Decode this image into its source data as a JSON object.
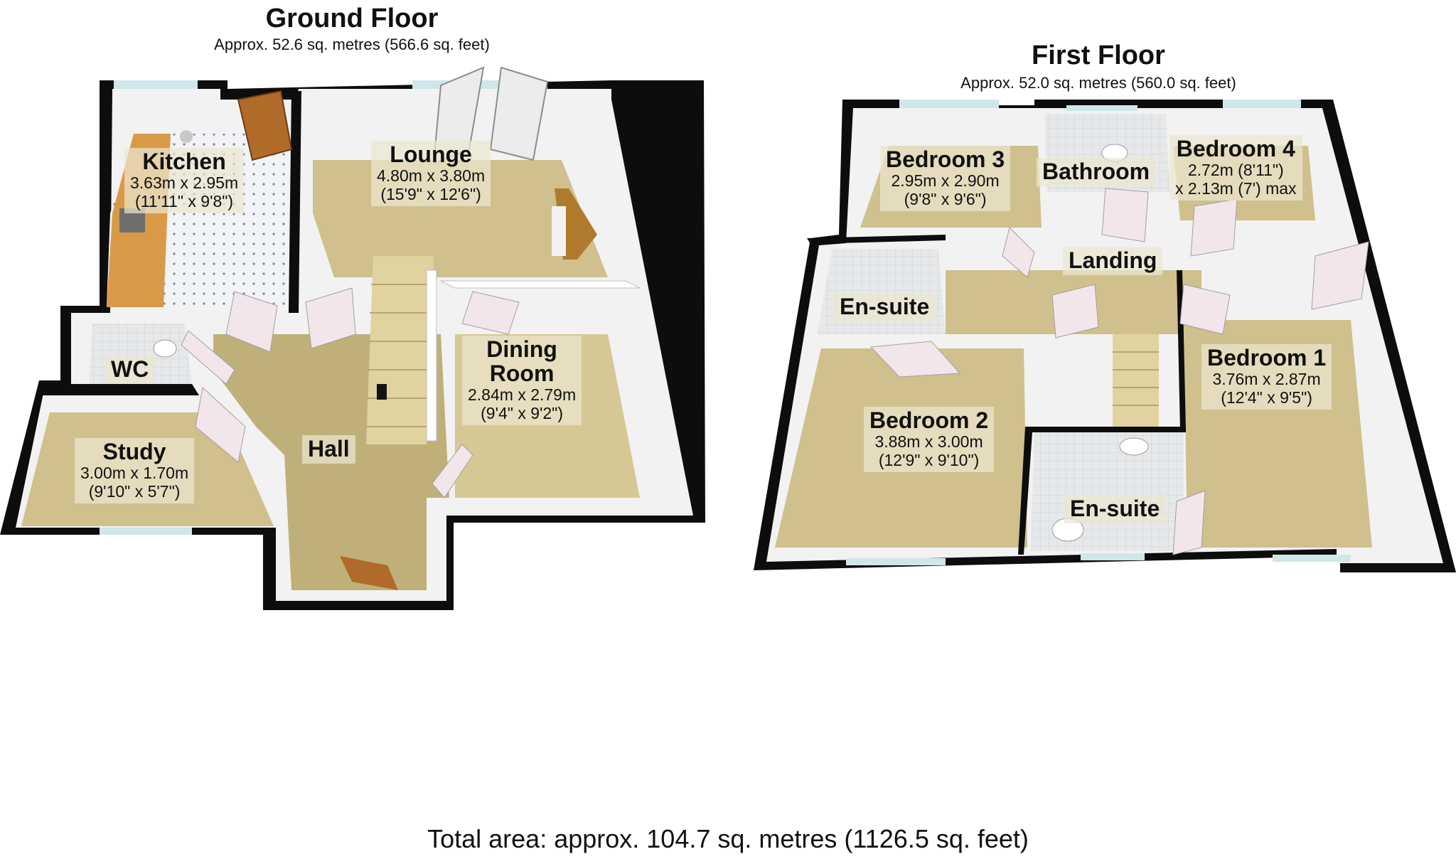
{
  "ground_floor": {
    "title": "Ground Floor",
    "area": "Approx. 52.6 sq. metres (566.6 sq. feet)",
    "rooms": {
      "kitchen": {
        "name": "Kitchen",
        "dim_metric": "3.63m x 2.95m",
        "dim_imperial": "(11'11\" x 9'8\")"
      },
      "lounge": {
        "name": "Lounge",
        "dim_metric": "4.80m x 3.80m",
        "dim_imperial": "(15'9\" x 12'6\")"
      },
      "wc": {
        "name": "WC"
      },
      "dining": {
        "name_line1": "Dining",
        "name_line2": "Room",
        "dim_metric": "2.84m x 2.79m",
        "dim_imperial": "(9'4\" x 9'2\")"
      },
      "study": {
        "name": "Study",
        "dim_metric": "3.00m x 1.70m",
        "dim_imperial": "(9'10\" x 5'7\")"
      },
      "hall": {
        "name": "Hall"
      }
    }
  },
  "first_floor": {
    "title": "First Floor",
    "area": "Approx. 52.0 sq. metres (560.0 sq. feet)",
    "rooms": {
      "bedroom3": {
        "name": "Bedroom 3",
        "dim_metric": "2.95m x 2.90m",
        "dim_imperial": "(9'8\" x 9'6\")"
      },
      "bathroom": {
        "name": "Bathroom"
      },
      "bedroom4": {
        "name": "Bedroom 4",
        "dim_metric": "2.72m (8'11\")",
        "dim_imperial": "x 2.13m (7') max"
      },
      "ensuite_left": {
        "name": "En-suite"
      },
      "landing": {
        "name": "Landing"
      },
      "bedroom1": {
        "name": "Bedroom 1",
        "dim_metric": "3.76m x 2.87m",
        "dim_imperial": "(12'4\" x 9'5\")"
      },
      "bedroom2": {
        "name": "Bedroom 2",
        "dim_metric": "3.88m x 3.00m",
        "dim_imperial": "(12'9\" x 9'10\")"
      },
      "ensuite_right": {
        "name": "En-suite"
      }
    }
  },
  "total_area": "Total area: approx. 104.7 sq. metres (1126.5 sq. feet)",
  "colors": {
    "wall": "#0d0d0d",
    "carpet": "#cfc08e",
    "wall_face": "#f4f4f4",
    "wall_shadow": "#d9d9d9",
    "kitchen_counter": "#d99a48",
    "tile": "#eef0f3",
    "window": "#cfe6ea",
    "door": "#f3e6ea"
  }
}
